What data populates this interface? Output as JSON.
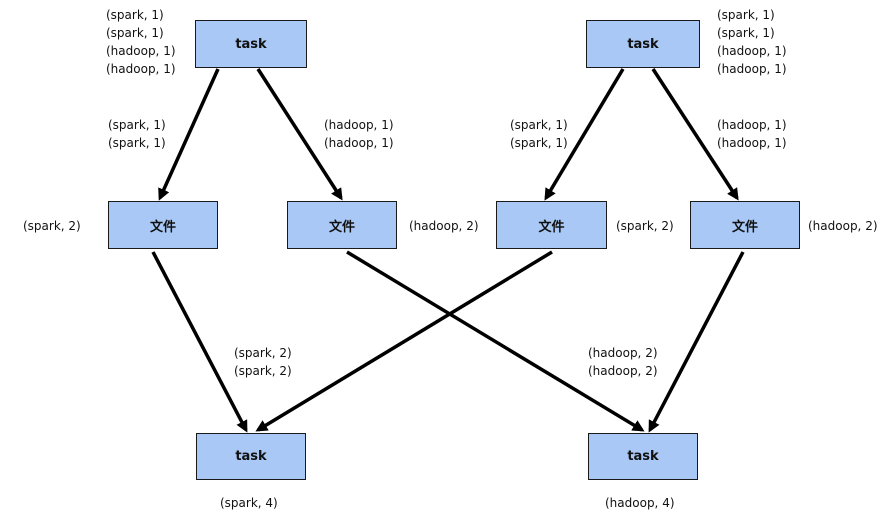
{
  "colors": {
    "box_fill": "#a9c8f5",
    "box_border": "#1a1a1a",
    "arrow": "#000000"
  },
  "nodes": {
    "task_top_left": "task",
    "task_top_right": "task",
    "file_1": "文件",
    "file_2": "文件",
    "file_3": "文件",
    "file_4": "文件",
    "task_bottom_left": "task",
    "task_bottom_right": "task"
  },
  "labels": {
    "top_left_output": [
      "(spark, 1)",
      "(spark, 1)",
      "(hadoop, 1)",
      "(hadoop, 1)"
    ],
    "top_right_output": [
      "(spark, 1)",
      "(spark, 1)",
      "(hadoop, 1)",
      "(hadoop, 1)"
    ],
    "edge_tl_to_file1": [
      "(spark, 1)",
      "(spark, 1)"
    ],
    "edge_tl_to_file2": [
      "(hadoop, 1)",
      "(hadoop, 1)"
    ],
    "edge_tr_to_file3": [
      "(spark, 1)",
      "(spark, 1)"
    ],
    "edge_tr_to_file4": [
      "(hadoop, 1)",
      "(hadoop, 1)"
    ],
    "file1_value": "(spark, 2)",
    "file2_value": "(hadoop, 2)",
    "file3_value": "(spark, 2)",
    "file4_value": "(hadoop, 2)",
    "into_bottom_left": [
      "(spark, 2)",
      "(spark, 2)"
    ],
    "into_bottom_right": [
      "(hadoop, 2)",
      "(hadoop, 2)"
    ],
    "bottom_left_result": "(spark, 4)",
    "bottom_right_result": "(hadoop, 4)"
  }
}
